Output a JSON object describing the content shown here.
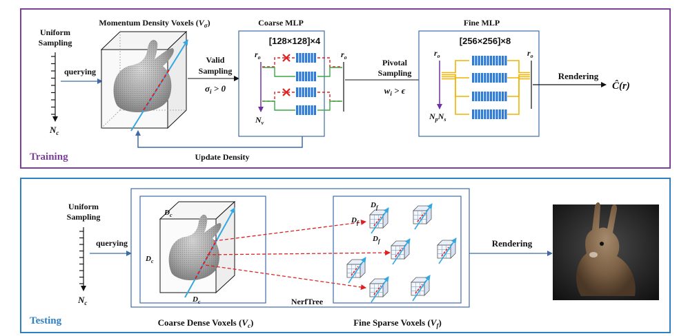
{
  "colors": {
    "training_border": "#7a3f9a",
    "testing_border": "#2f7fc1",
    "training_label": "#7a3f9a",
    "testing_label": "#2f7fc1",
    "mlp_bar": "#2e7bd6",
    "red": "#e02020",
    "green": "#39a845",
    "purple": "#7030a0",
    "yellow": "#f0b400",
    "ray": "#35a7e0",
    "box_border": "#3d6aa8"
  },
  "training": {
    "label": "Training",
    "uniform_sampling": [
      "Uniform",
      "Sampling"
    ],
    "querying": "querying",
    "n_c": "N",
    "n_c_sub": "c",
    "momentum_title": "Momentum Density Voxels (",
    "momentum_symbol": "V",
    "momentum_sub": "σ",
    "momentum_close": ")",
    "valid_sampling": [
      "Valid",
      "Sampling"
    ],
    "sigma_cond": "σ",
    "sigma_cond_sub": "i",
    "sigma_cond_rest": " > 0",
    "coarse_mlp_title": "Coarse MLP",
    "coarse_mlp_dims": "[128×128]×4",
    "coarse_ro": "r",
    "coarse_ro_sub": "o",
    "coarse_nv": "N",
    "coarse_nv_sub": "v",
    "pivotal_sampling": [
      "Pivotal",
      "Sampling"
    ],
    "w_cond": "w",
    "w_cond_sub": "i",
    "w_cond_rest": " > ϵ",
    "fine_mlp_title": "Fine MLP",
    "fine_mlp_dims": "[256×256]×8",
    "fine_ro": "r",
    "fine_ro_sub": "o",
    "fine_np": "N",
    "fine_np_sub": "p",
    "fine_ns": "N",
    "fine_ns_sub": "s",
    "rendering": "Rendering",
    "c_hat": "Ĉ(r)",
    "update_density": "Update Density"
  },
  "testing": {
    "label": "Testing",
    "uniform_sampling": [
      "Uniform",
      "Sampling"
    ],
    "querying": "querying",
    "n_c": "N",
    "n_c_sub": "c",
    "d_c": "D",
    "d_c_sub": "c",
    "d_f": "D",
    "d_f_sub": "f",
    "nerftree": "NerfTree",
    "coarse_dense_title": "Coarse Dense Voxels  (",
    "coarse_dense_symbol": "V",
    "coarse_dense_sub": "c",
    "coarse_dense_close": ")",
    "fine_sparse_title": "Fine Sparse Voxels (",
    "fine_sparse_symbol": "V",
    "fine_sparse_sub": "f",
    "fine_sparse_close": ")",
    "rendering": "Rendering"
  }
}
